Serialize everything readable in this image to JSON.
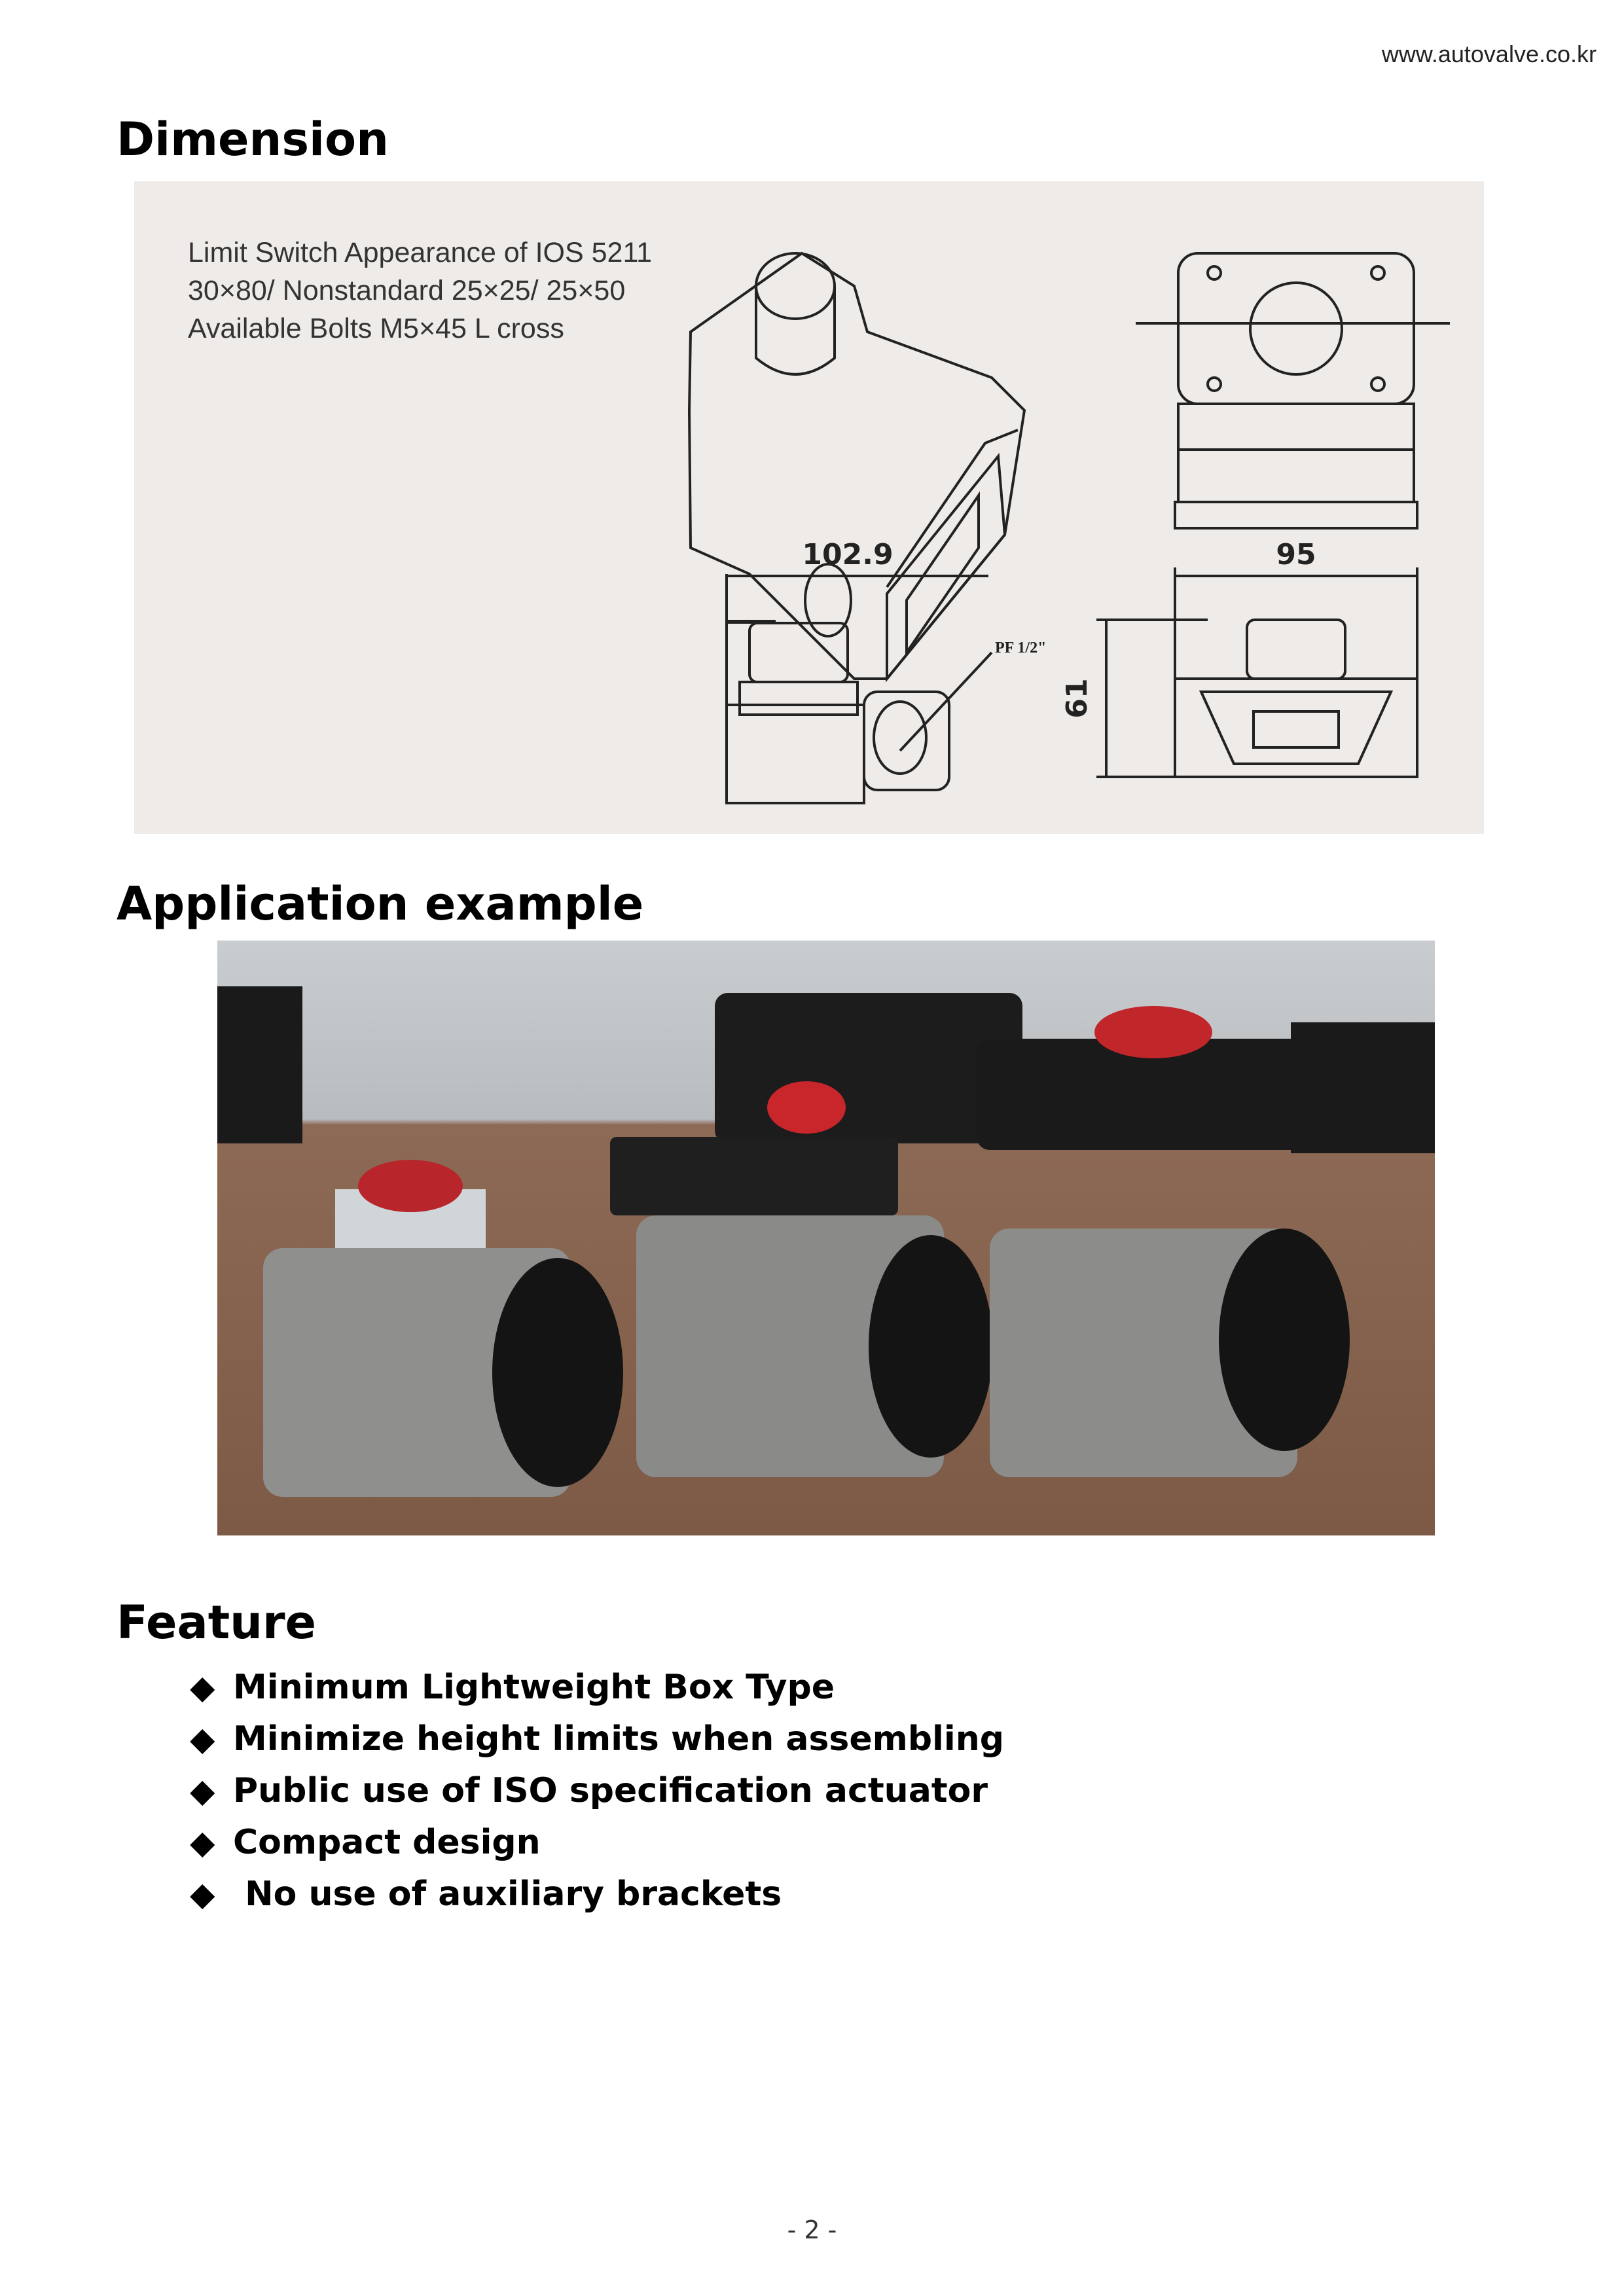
{
  "header": {
    "url": "www.autovalve.co.kr"
  },
  "sections": {
    "dimension": {
      "title": "Dimension",
      "spec_lines": [
        "Limit Switch Appearance of IOS 5211",
        "30×80/ Nonstandard 25×25/ 25×50",
        "Available Bolts M5×45 L cross"
      ],
      "dimensions": {
        "length": "102.9",
        "width": "95",
        "height": "61",
        "port": "PF 1/2\""
      }
    },
    "application": {
      "title": "Application example"
    },
    "feature": {
      "title": "Feature",
      "items": [
        "Minimum Lightweight Box Type",
        "Minimize height limits when assembling",
        "Public use of ISO specification actuator",
        "Compact design",
        " No use of auxiliary brackets"
      ],
      "bullet": "◆"
    }
  },
  "footer": {
    "page": "- 2 -"
  }
}
